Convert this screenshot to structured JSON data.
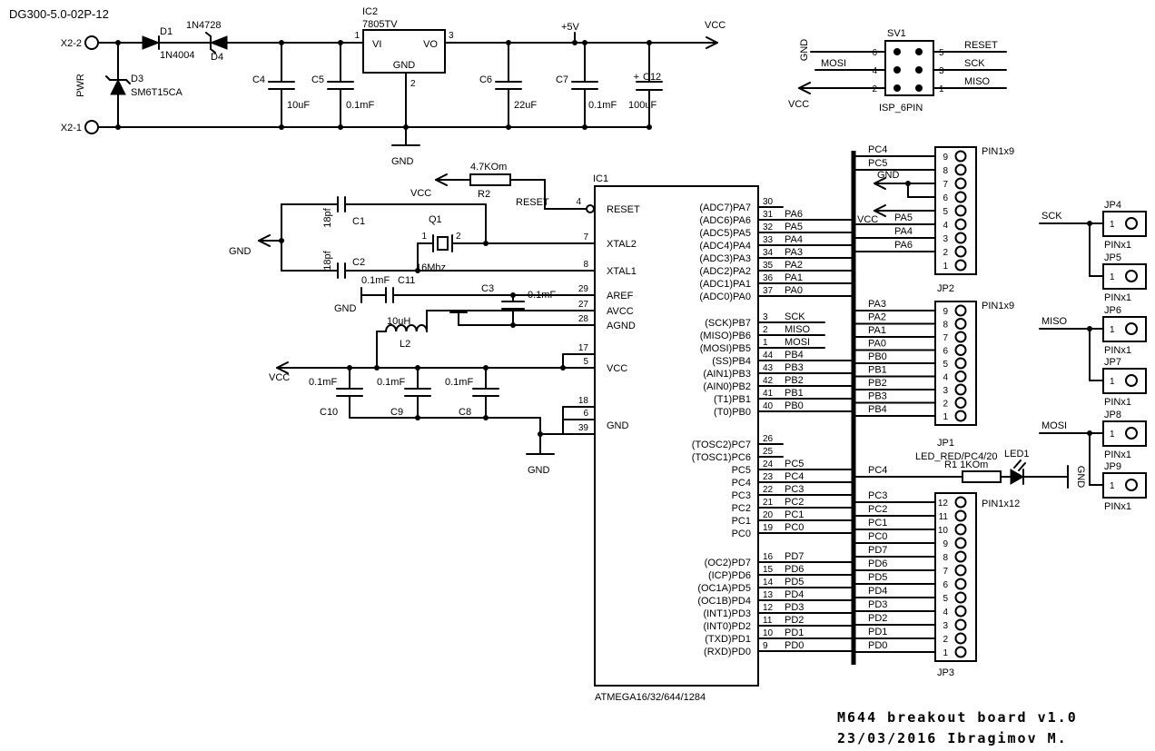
{
  "meta": {
    "title": "DG300-5.0-02P-12",
    "footer_line1": "M644 breakout board v1.0",
    "footer_line2": "23/03/2016 Ibragimov M."
  },
  "power": {
    "x2_2": "X2-2",
    "x2_1": "X2-1",
    "pwr": "PWR",
    "d1_ref": "D1",
    "d1_val": "1N4004",
    "d4_ref": "D4",
    "d4_val": "1N4728",
    "d3_ref": "D3",
    "d3_val": "SM6T15CA",
    "c4_ref": "C4",
    "c4_val": "10uF",
    "c5_ref": "C5",
    "c5_val": "0.1mF",
    "ic2_ref": "IC2",
    "ic2_val": "7805TV",
    "ic2_vi": "VI",
    "ic2_vo": "VO",
    "ic2_gnd": "GND",
    "ic2_pin1": "1",
    "ic2_pin2": "2",
    "ic2_pin3": "3",
    "c6_ref": "C6",
    "c6_val": "22uF",
    "c7_ref": "C7",
    "c7_val": "0.1mF",
    "c12_ref": "C12",
    "c12_val": "100uF",
    "c12_plus": "+",
    "plus5v": "+5V",
    "vcc": "VCC",
    "gnd": "GND"
  },
  "isp": {
    "ref": "SV1",
    "name": "ISP_6PIN",
    "gnd": "GND",
    "mosi": "MOSI",
    "vcc": "VCC",
    "reset": "RESET",
    "sck": "SCK",
    "miso": "MISO",
    "pins_left": [
      "6",
      "4",
      "2"
    ],
    "pins_right": [
      "5",
      "3",
      "1"
    ]
  },
  "reset_net": {
    "r2_val": "4.7KOm",
    "r2_ref": "R2",
    "vcc": "VCC",
    "label": "RESET"
  },
  "xtal": {
    "gnd": "GND",
    "c1_ref": "C1",
    "c1_val": "18pf",
    "c2_ref": "C2",
    "c2_val": "18pf",
    "q1_ref": "Q1",
    "q1_val": "16Mhz",
    "pin1": "1",
    "pin2": "2"
  },
  "analog": {
    "gnd": "GND",
    "c11_ref": "C11",
    "c11_val": "0.1mF",
    "c3_ref": "C3",
    "c3_val": "0.1mF",
    "l2_ref": "L2",
    "l2_val": "10uH"
  },
  "vcc_rail": {
    "vcc": "VCC",
    "gnd": "GND",
    "c10_ref": "C10",
    "c10_val": "0.1mF",
    "c9_ref": "C9",
    "c9_val": "0.1mF",
    "c8_ref": "C8",
    "c8_val": "0.1mF"
  },
  "mcu": {
    "ref": "IC1",
    "part": "ATMEGA16/32/644/1284",
    "left": {
      "reset": {
        "num": "4",
        "label": "RESET"
      },
      "xtal2": {
        "num": "7",
        "label": "XTAL2"
      },
      "xtal1": {
        "num": "8",
        "label": "XTAL1"
      },
      "aref": {
        "num": "29",
        "label": "AREF"
      },
      "avcc": {
        "num": "27",
        "label": "AVCC"
      },
      "agnd": {
        "num": "28",
        "label": "AGND"
      },
      "vcc": {
        "nums": [
          "17",
          "5"
        ],
        "label": "VCC"
      },
      "gnd": {
        "nums": [
          "18",
          "6",
          "39"
        ],
        "label": "GND"
      }
    },
    "porta": [
      {
        "label": "(ADC7)PA7",
        "num": "30",
        "net": "",
        "wire": "stub"
      },
      {
        "label": "(ADC6)PA6",
        "num": "31",
        "net": "PA6",
        "wire": "bus"
      },
      {
        "label": "(ADC5)PA5",
        "num": "32",
        "net": "PA5",
        "wire": "bus"
      },
      {
        "label": "(ADC4)PA4",
        "num": "33",
        "net": "PA4",
        "wire": "bus"
      },
      {
        "label": "(ADC3)PA3",
        "num": "34",
        "net": "PA3",
        "wire": "bus"
      },
      {
        "label": "(ADC2)PA2",
        "num": "35",
        "net": "PA2",
        "wire": "bus"
      },
      {
        "label": "(ADC1)PA1",
        "num": "36",
        "net": "PA1",
        "wire": "bus"
      },
      {
        "label": "(ADC0)PA0",
        "num": "37",
        "net": "PA0",
        "wire": "bus"
      }
    ],
    "portb": [
      {
        "label": "(SCK)PB7",
        "num": "3",
        "net": "SCK",
        "wire": "mid"
      },
      {
        "label": "(MISO)PB6",
        "num": "2",
        "net": "MISO",
        "wire": "mid"
      },
      {
        "label": "(MOSI)PB5",
        "num": "1",
        "net": "MOSI",
        "wire": "mid"
      },
      {
        "label": "(SS)PB4",
        "num": "44",
        "net": "PB4",
        "wire": "bus"
      },
      {
        "label": "(AIN1)PB3",
        "num": "43",
        "net": "PB3",
        "wire": "bus"
      },
      {
        "label": "(AIN0)PB2",
        "num": "42",
        "net": "PB2",
        "wire": "bus"
      },
      {
        "label": "(T1)PB1",
        "num": "41",
        "net": "PB1",
        "wire": "bus"
      },
      {
        "label": "(T0)PB0",
        "num": "40",
        "net": "PB0",
        "wire": "bus"
      }
    ],
    "portc": [
      {
        "label": "(TOSC2)PC7",
        "num": "26",
        "net": "",
        "wire": "stub"
      },
      {
        "label": "(TOSC1)PC6",
        "num": "25",
        "net": "",
        "wire": "stub"
      },
      {
        "label": "PC5",
        "num": "24",
        "net": "PC5",
        "wire": "bus"
      },
      {
        "label": "PC4",
        "num": "23",
        "net": "PC4",
        "wire": "bus"
      },
      {
        "label": "PC3",
        "num": "22",
        "net": "PC3",
        "wire": "bus"
      },
      {
        "label": "PC2",
        "num": "21",
        "net": "PC2",
        "wire": "bus"
      },
      {
        "label": "PC1",
        "num": "20",
        "net": "PC1",
        "wire": "bus"
      },
      {
        "label": "PC0",
        "num": "19",
        "net": "PC0",
        "wire": "bus"
      }
    ],
    "portd": [
      {
        "label": "(OC2)PD7",
        "num": "16",
        "net": "PD7",
        "wire": "bus"
      },
      {
        "label": "(ICP)PD6",
        "num": "15",
        "net": "PD6",
        "wire": "bus"
      },
      {
        "label": "(OC1A)PD5",
        "num": "14",
        "net": "PD5",
        "wire": "bus"
      },
      {
        "label": "(OC1B)PD4",
        "num": "13",
        "net": "PD4",
        "wire": "bus"
      },
      {
        "label": "(INT1)PD3",
        "num": "12",
        "net": "PD3",
        "wire": "bus"
      },
      {
        "label": "(INT0)PD2",
        "num": "11",
        "net": "PD2",
        "wire": "bus"
      },
      {
        "label": "(TXD)PD1",
        "num": "10",
        "net": "PD1",
        "wire": "bus"
      },
      {
        "label": "(RXD)PD0",
        "num": "9",
        "net": "PD0",
        "wire": "bus"
      }
    ]
  },
  "jp2": {
    "ref": "JP2",
    "type": "PIN1x9",
    "pins": [
      {
        "num": "9",
        "net": "PC4",
        "kind": "bus"
      },
      {
        "num": "8",
        "net": "PC5",
        "kind": "bus"
      },
      {
        "num": "7",
        "net": "GND",
        "kind": "gnd"
      },
      {
        "num": "6",
        "net": "",
        "kind": "join"
      },
      {
        "num": "5",
        "net": "VCC",
        "kind": "vcc"
      },
      {
        "num": "4",
        "net": "PA5",
        "kind": "bus2"
      },
      {
        "num": "3",
        "net": "PA4",
        "kind": "bus2"
      },
      {
        "num": "2",
        "net": "PA6",
        "kind": "bus2"
      },
      {
        "num": "1",
        "net": "",
        "kind": "nc"
      }
    ]
  },
  "jp1": {
    "ref": "JP1",
    "type": "PIN1x9",
    "pins": [
      {
        "num": "9",
        "net": "PA3",
        "kind": "bus"
      },
      {
        "num": "8",
        "net": "PA2",
        "kind": "bus"
      },
      {
        "num": "7",
        "net": "PA1",
        "kind": "bus"
      },
      {
        "num": "6",
        "net": "PA0",
        "kind": "bus"
      },
      {
        "num": "5",
        "net": "PB0",
        "kind": "bus"
      },
      {
        "num": "4",
        "net": "PB1",
        "kind": "bus"
      },
      {
        "num": "3",
        "net": "PB2",
        "kind": "bus"
      },
      {
        "num": "2",
        "net": "PB3",
        "kind": "bus"
      },
      {
        "num": "1",
        "net": "PB4",
        "kind": "bus"
      }
    ]
  },
  "jp3": {
    "ref": "JP3",
    "type": "PIN1x12",
    "pins": [
      {
        "num": "12",
        "net": "PC3",
        "kind": "bus"
      },
      {
        "num": "11",
        "net": "PC2",
        "kind": "bus"
      },
      {
        "num": "10",
        "net": "PC1",
        "kind": "bus"
      },
      {
        "num": "9",
        "net": "PC0",
        "kind": "bus"
      },
      {
        "num": "8",
        "net": "PD7",
        "kind": "bus"
      },
      {
        "num": "7",
        "net": "PD6",
        "kind": "bus"
      },
      {
        "num": "6",
        "net": "PD5",
        "kind": "bus"
      },
      {
        "num": "5",
        "net": "PD4",
        "kind": "bus"
      },
      {
        "num": "4",
        "net": "PD3",
        "kind": "bus"
      },
      {
        "num": "3",
        "net": "PD2",
        "kind": "bus"
      },
      {
        "num": "2",
        "net": "PD1",
        "kind": "bus"
      },
      {
        "num": "1",
        "net": "PD0",
        "kind": "bus"
      }
    ]
  },
  "led": {
    "net_label": "LED_RED/PC4/20",
    "net": "PC4",
    "r1": "R1 1KOm",
    "ref": "LED1",
    "gnd": "GND"
  },
  "headers": [
    {
      "ref": "JP4",
      "type": "PINx1",
      "pin": "1",
      "net": "SCK"
    },
    {
      "ref": "JP5",
      "type": "PINx1",
      "pin": "1",
      "net": ""
    },
    {
      "ref": "JP6",
      "type": "PINx1",
      "pin": "1",
      "net": "MISO"
    },
    {
      "ref": "JP7",
      "type": "PINx1",
      "pin": "1",
      "net": ""
    },
    {
      "ref": "JP8",
      "type": "PINx1",
      "pin": "1",
      "net": "MOSI"
    },
    {
      "ref": "JP9",
      "type": "PINx1",
      "pin": "1",
      "net": ""
    }
  ]
}
